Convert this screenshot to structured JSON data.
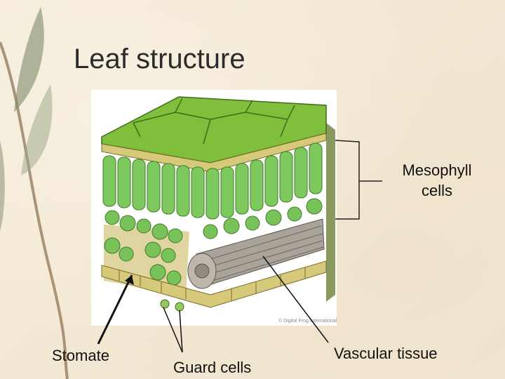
{
  "slide": {
    "title": "Leaf structure"
  },
  "labels": {
    "mesophyll": "Mesophyll cells",
    "stomate": "Stomate",
    "guard_cells": "Guard cells",
    "vascular_tissue": "Vascular tissue"
  },
  "figure": {
    "credit": "© Digital Frog International"
  },
  "colors": {
    "background": "#f4ead6",
    "cuticle_green": "#8bc34a",
    "mesophyll_green": "#6fbf5a",
    "epidermis_tan": "#c9b56a",
    "vein_grey": "#9e9a94"
  }
}
